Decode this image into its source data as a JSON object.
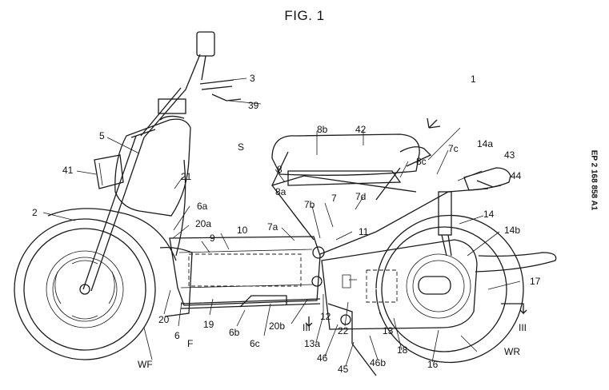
{
  "figure_title": "FIG. 1",
  "side_text": "EP 2 168 858 A1",
  "labels": {
    "l1": "1",
    "l2": "2",
    "l3": "3",
    "l39": "39",
    "l5": "5",
    "l41": "41",
    "l21": "21",
    "lS": "S",
    "l8b": "8b",
    "l42": "42",
    "l7c": "7c",
    "l14a": "14a",
    "l43": "43",
    "l44": "44",
    "l8": "8",
    "l8c": "8c",
    "l8a": "8a",
    "l7b": "7b",
    "l7": "7",
    "l7d": "7d",
    "l6a": "6a",
    "l20a": "20a",
    "l9": "9",
    "l10": "10",
    "l7a": "7a",
    "l11": "11",
    "l14": "14",
    "l14b": "14b",
    "l17": "17",
    "l20": "20",
    "l6": "6",
    "lF": "F",
    "l19": "19",
    "l6b": "6b",
    "l6c": "6c",
    "l20b": "20b",
    "lIII_left": "III",
    "l12": "12",
    "l13a": "13a",
    "l22": "22",
    "l13": "13",
    "l18": "18",
    "l16": "16",
    "l46": "46",
    "l45": "45",
    "l46b": "46b",
    "lIII_right": "III",
    "lWF": "WF",
    "lWR": "WR"
  }
}
